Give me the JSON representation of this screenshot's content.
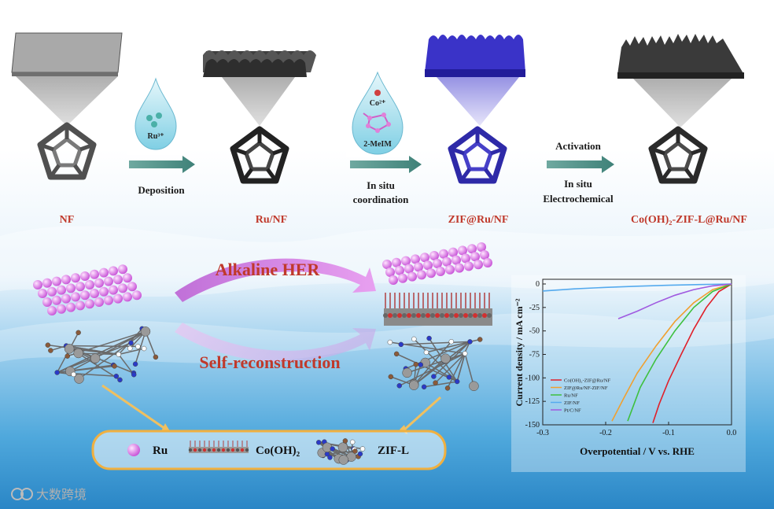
{
  "stages": [
    {
      "label": "NF",
      "color": "#7d7d7d"
    },
    {
      "label": "Ru/NF",
      "color": "#4a4a4a"
    },
    {
      "label": "ZIF@Ru/NF",
      "color": "#2f2ab8"
    },
    {
      "label": "Co(OH)₂-ZIF-L@Ru/NF",
      "color": "#3d3d3d"
    }
  ],
  "steps": [
    {
      "lines": [
        "Deposition"
      ]
    },
    {
      "lines": [
        "In situ",
        "coordination"
      ]
    },
    {
      "lines": [
        "Activation",
        "",
        "In situ",
        "Electrochemical"
      ]
    }
  ],
  "droplets": [
    {
      "ion": "Ru³⁺"
    },
    {
      "ion": "Co²⁺",
      "ligand": "2-MeIM"
    }
  ],
  "process": {
    "top": "Alkaline HER",
    "bottom": "Self-reconstruction"
  },
  "legend_box": {
    "items": [
      "Ru",
      "Co(OH)₂",
      "ZIF-L"
    ]
  },
  "watermark": "大数跨境",
  "chart_data": {
    "type": "line",
    "xlabel": "Overpotential / V vs. RHE",
    "ylabel": "Current density / mA cm⁻²",
    "xlim": [
      -0.3,
      0.0
    ],
    "ylim": [
      -150,
      5
    ],
    "xticks": [
      "-0.3",
      "-0.2",
      "-0.1",
      "0.0"
    ],
    "yticks": [
      "0",
      "-25",
      "-50",
      "-75",
      "-100",
      "-125",
      "-150"
    ],
    "series": [
      {
        "name": "Co(OH)₂-ZIF@Ru/NF",
        "color": "#e0202a",
        "x": [
          0.0,
          -0.02,
          -0.04,
          -0.06,
          -0.08,
          -0.1,
          -0.115,
          -0.125
        ],
        "y": [
          0,
          -8,
          -25,
          -48,
          -75,
          -103,
          -128,
          -148
        ]
      },
      {
        "name": "ZIF@Ru/NF-ZIF/NF",
        "color": "#f0a030",
        "x": [
          0.0,
          -0.03,
          -0.06,
          -0.09,
          -0.12,
          -0.15,
          -0.17,
          -0.19
        ],
        "y": [
          0,
          -6,
          -20,
          -40,
          -66,
          -95,
          -120,
          -146
        ]
      },
      {
        "name": "Ru/NF",
        "color": "#3ec03e",
        "x": [
          0.0,
          -0.03,
          -0.06,
          -0.09,
          -0.12,
          -0.145,
          -0.165
        ],
        "y": [
          0,
          -8,
          -25,
          -50,
          -80,
          -110,
          -146
        ]
      },
      {
        "name": "ZIF/NF",
        "color": "#55aaee",
        "x": [
          0.0,
          -0.05,
          -0.1,
          -0.15,
          -0.2,
          -0.25,
          -0.3
        ],
        "y": [
          0,
          -0.6,
          -1.4,
          -2.4,
          -3.6,
          -5.2,
          -7.5
        ]
      },
      {
        "name": "Pt/C/NF",
        "color": "#a05ae0",
        "x": [
          0.0,
          -0.03,
          -0.06,
          -0.09,
          -0.12,
          -0.15,
          -0.18
        ],
        "y": [
          0,
          -2,
          -6,
          -12,
          -20,
          -29,
          -37
        ]
      }
    ]
  }
}
